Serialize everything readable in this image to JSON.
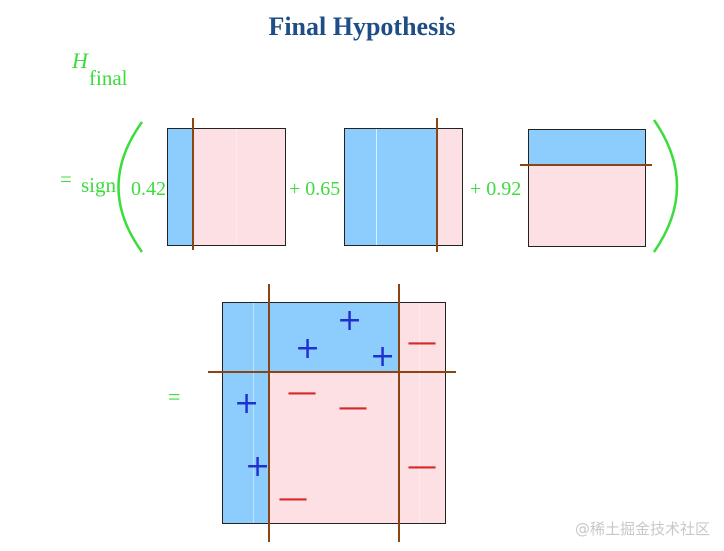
{
  "title": "Final Hypothesis",
  "h_label": "H",
  "h_subscript": "final",
  "equals": "=",
  "sign_label": "sign",
  "coef1": "0.42",
  "coef2": "+ 0.65",
  "coef3": "+ 0.92",
  "equals2": "=",
  "plus_glyph": "+",
  "minus_glyph": "—",
  "watermark": "@稀土掘金技术社区",
  "colors": {
    "title": "#1f4e86",
    "green": "#3ddc3d",
    "blue_region": "#8ccdfd",
    "pink_region": "#fde0e3",
    "boundary": "#8b4513",
    "plus": "#1f2fd0",
    "minus": "#d42a2a"
  }
}
